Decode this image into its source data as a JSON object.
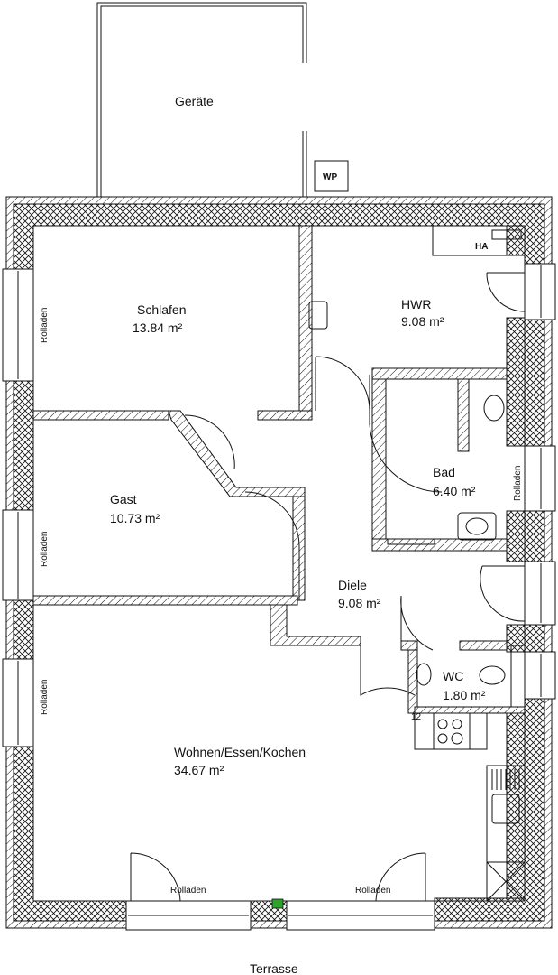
{
  "plan": {
    "outside_label": "Geräte",
    "terrace_label": "Terrasse",
    "equipment": {
      "heat_pump": "WP",
      "house_connection": "HA"
    },
    "dimension_note": "12",
    "rooms": [
      {
        "name": "Schlafen",
        "area": "13.84 m²"
      },
      {
        "name": "HWR",
        "area": "9.08 m²"
      },
      {
        "name": "Bad",
        "area": "6.40 m²"
      },
      {
        "name": "Gast",
        "area": "10.73 m²"
      },
      {
        "name": "Diele",
        "area": "9.08 m²"
      },
      {
        "name": "WC",
        "area": "1.80 m²"
      },
      {
        "name": "Wohnen/Essen/Kochen",
        "area": "34.67 m²"
      }
    ],
    "shutter_label": "Rolladen",
    "accent_green": "#2aa52a"
  }
}
